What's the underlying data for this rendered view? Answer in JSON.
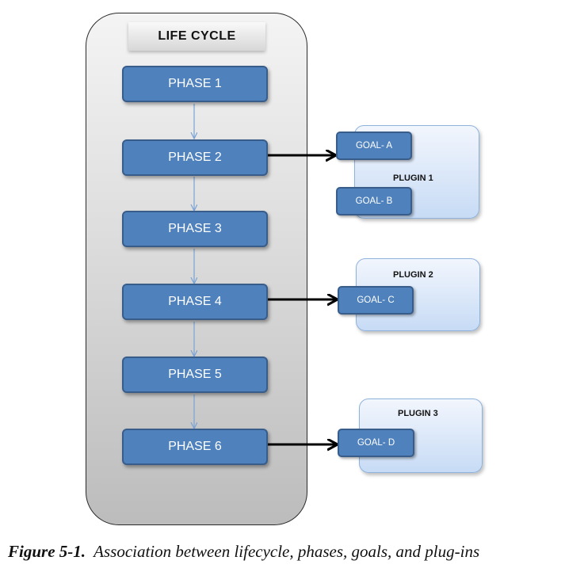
{
  "lifecycle": {
    "title": "LIFE CYCLE",
    "phases": [
      "PHASE 1",
      "PHASE 2",
      "PHASE 3",
      "PHASE 4",
      "PHASE 5",
      "PHASE 6"
    ]
  },
  "plugins": [
    {
      "label": "PLUGIN 1",
      "goals": [
        "GOAL- A",
        "GOAL- B"
      ]
    },
    {
      "label": "PLUGIN 2",
      "goals": [
        "GOAL- C"
      ]
    },
    {
      "label": "PLUGIN 3",
      "goals": [
        "GOAL- D"
      ]
    }
  ],
  "caption": {
    "number": "Figure 5-1.",
    "text": "Association between lifecycle, phases, goals, and plug-ins"
  },
  "colors": {
    "phase_fill": "#4f81bd",
    "phase_border": "#385d8a",
    "connector_thin": "#7aa3d4",
    "connector_bold": "#000000"
  }
}
